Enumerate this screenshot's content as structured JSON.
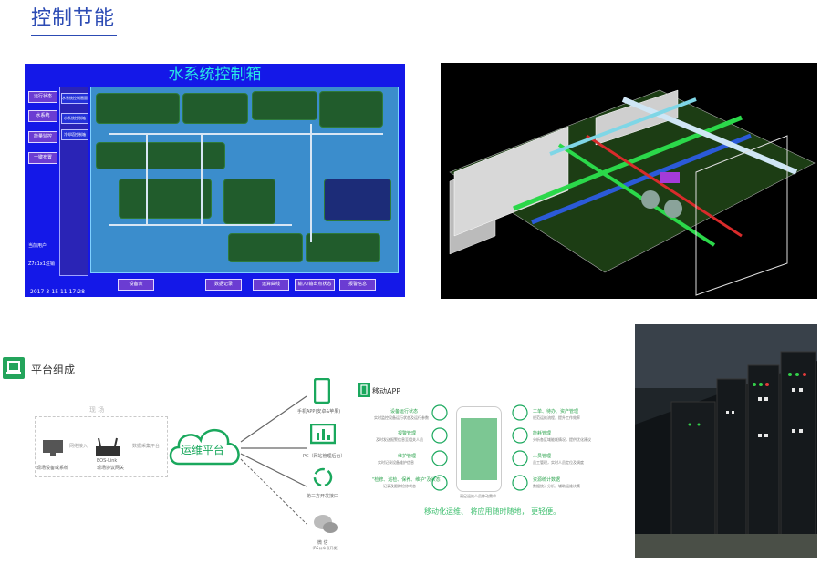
{
  "header": {
    "title": "控制节能"
  },
  "scada": {
    "title": "水系统控制箱",
    "left_buttons": [
      "运行状态",
      "水系统",
      "能量监控",
      "一键布置"
    ],
    "nav_buttons": [
      "水系统控制画面",
      "水系统控制箱",
      "冷却塔控制箱"
    ],
    "user_label": "当前用户",
    "logout_label": "Z7x1x1注销",
    "timestamp": "2017-3-15 11:17:28",
    "bottom_buttons": [
      "设备表",
      "数据记录",
      "运算曲线",
      "输入/输出点状态",
      "报警信息"
    ]
  },
  "platform": {
    "section_title": "平台组成",
    "field_group": "现 场",
    "device_label": "现场设备或系统",
    "gateway_name": "EOS-Link",
    "gateway_sub": "现场协议网关",
    "arrow_left": "网络接入",
    "arrow_right": "数据采集平台",
    "cloud_label": "运维平台",
    "right_items": [
      {
        "label": "手机APP(安卓&苹果)"
      },
      {
        "label": "PC（网站管理后台）"
      },
      {
        "label": "第三方开发接口"
      },
      {
        "label": "微 信",
        "sub": "（RS公众号开发）"
      }
    ],
    "app_title": "移动APP",
    "app_caption": "移动化运维、 将应用随时随地， 更轻便。",
    "left_features": [
      {
        "title": "设备运行状态",
        "desc": "实时监控设备运行状态及运行参数"
      },
      {
        "title": "报警管理",
        "desc": "及时发送报警信息至相关人员"
      },
      {
        "title": "维护管理",
        "desc": "实时记录设备维护信息"
      },
      {
        "title": "\"检修、巡检、保养、维护\"及状态",
        "desc": "记录及跟踪检修状态"
      }
    ],
    "right_features": [
      {
        "title": "工单、待办、资产管理",
        "desc": "规范运维流程，提升工作效率"
      },
      {
        "title": "能耗管理",
        "desc": "分析各区域能耗情况，提供优化建议"
      },
      {
        "title": "人员管理",
        "desc": "员工管理，实时人员定位及调度"
      },
      {
        "title": "资源统计数据",
        "desc": "数据统计分析，辅助运维决策"
      }
    ],
    "phone_label": "满足运维人员移动需求"
  },
  "colors": {
    "brand_blue": "#2c4bb4",
    "green": "#1aa85d",
    "scada_bg": "#1418e8"
  }
}
